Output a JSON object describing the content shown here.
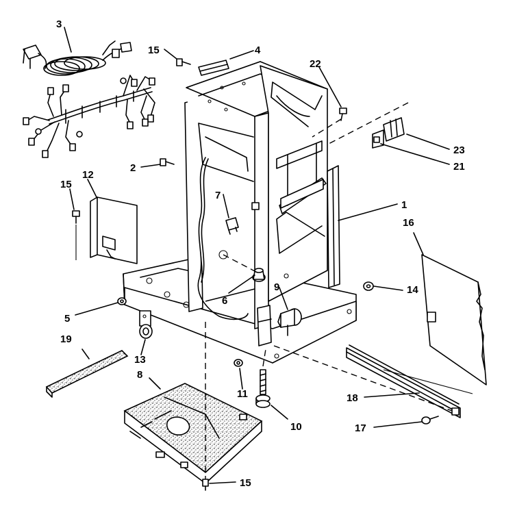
{
  "diagram": {
    "callouts": {
      "c1": "1",
      "c2": "2",
      "c3": "3",
      "c4": "4",
      "c5": "5",
      "c6": "6",
      "c7": "7",
      "c8": "8",
      "c9": "9",
      "c10": "10",
      "c11": "11",
      "c12": "12",
      "c13": "13",
      "c14": "14",
      "c15a": "15",
      "c15b": "15",
      "c15c": "15",
      "c16": "16",
      "c17": "17",
      "c18": "18",
      "c19": "19",
      "c21": "21",
      "c22": "22",
      "c23": "23"
    }
  }
}
